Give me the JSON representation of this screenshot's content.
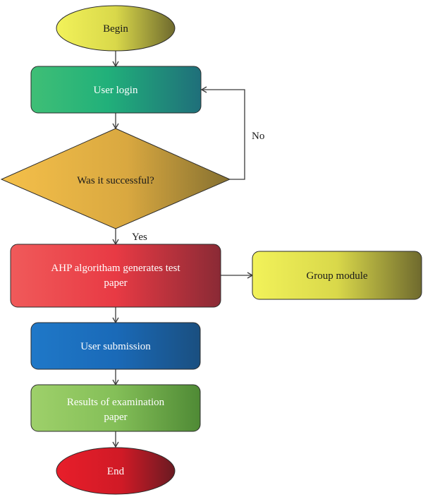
{
  "nodes": {
    "begin": {
      "label": "Begin",
      "shape": "ellipse"
    },
    "login": {
      "label": "User login",
      "shape": "rounded-rect"
    },
    "decision": {
      "label": "Was it successful?",
      "shape": "diamond"
    },
    "ahp": {
      "label_lines": [
        "AHP algoritham generates test",
        "paper"
      ],
      "shape": "rounded-rect"
    },
    "group": {
      "label": "Group module",
      "shape": "rounded-rect"
    },
    "submission": {
      "label": "User submission",
      "shape": "rounded-rect"
    },
    "results": {
      "label_lines": [
        "Results of examination",
        "paper"
      ],
      "shape": "rounded-rect"
    },
    "end": {
      "label": "End",
      "shape": "ellipse"
    }
  },
  "edges": {
    "no_label": "No",
    "yes_label": "Yes"
  },
  "colors": {
    "yellow_start": "#f2f25a",
    "yellow_end": "#6f6a2e",
    "green_start": "#3fbf76",
    "green_end": "#1f6f7a",
    "gold_start": "#f5c04a",
    "gold_end": "#857030",
    "red_start": "#f05a5a",
    "red_end": "#8a2a35",
    "blue_start": "#1f78c8",
    "blue_end": "#1a4f80",
    "lightgreen_start": "#9ed06a",
    "lightgreen_end": "#4f8a35",
    "endred_start": "#e81e2a",
    "endred_end": "#6a1a22"
  }
}
